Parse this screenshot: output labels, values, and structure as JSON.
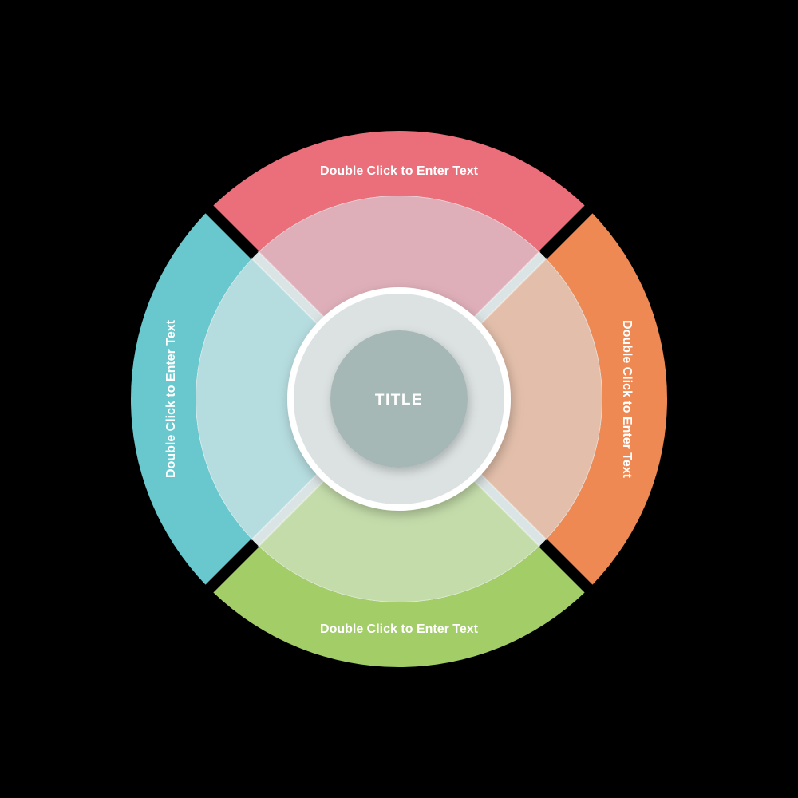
{
  "page": {
    "background": "#000000"
  },
  "diagram": {
    "type": "radial-wheel-4-segments",
    "title": {
      "label": "TITLE",
      "text_color": "#ffffff",
      "circle_color": "#a5b8b6",
      "inner_disc_color": "#dce2e2",
      "ring_border_color": "#ffffff"
    },
    "divider_color": "#dbe4e4",
    "label_color": "#ffffff",
    "segments": [
      {
        "id": "top",
        "label": "Double Click to Enter Text",
        "ring_color": "#eb6f7a",
        "fill_color": "#dfafb9"
      },
      {
        "id": "right",
        "label": "Double Click to Enter Text",
        "ring_color": "#ef8954",
        "fill_color": "#e3bfab"
      },
      {
        "id": "bottom",
        "label": "Double Click to Enter Text",
        "ring_color": "#a2cd67",
        "fill_color": "#c4dcaa"
      },
      {
        "id": "left",
        "label": "Double Click to Enter Text",
        "ring_color": "#68c8cd",
        "fill_color": "#b5dcdf"
      }
    ]
  }
}
